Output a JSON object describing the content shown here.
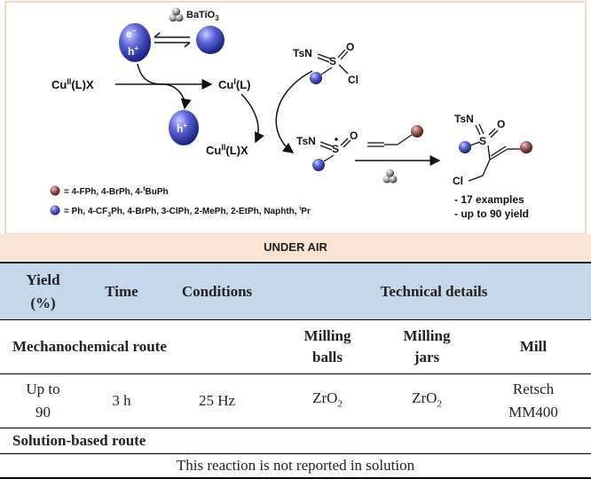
{
  "scheme": {
    "catalyst": "BaTiO",
    "catalyst_sub": "3",
    "electron": "e",
    "electron_sup": "−",
    "hole": "h",
    "hole_sup": "+",
    "cu2_start": "Cu",
    "cu2_start_sup": "II",
    "cu2_start_tail": "(L)X",
    "cu1": "Cu",
    "cu1_sup": "I",
    "cu1_tail": "(L)",
    "cu2_end": "Cu",
    "cu2_end_sup": "II",
    "cu2_end_tail": "(L)X",
    "reagent_tsn": "TsN",
    "reagent_s": "S",
    "reagent_o": "O",
    "reagent_cl": "Cl",
    "radical_tsn": "TsN",
    "radical_s": "S",
    "radical_o": "O",
    "product_tsn": "TsN",
    "product_s": "S",
    "product_o": "O",
    "product_cl": "Cl",
    "legend_brown": "= 4-FPh, 4-BrPh, 4-",
    "legend_brown_t": "t",
    "legend_brown_tail": "BuPh",
    "legend_blue_a": "= Ph, 4-CF",
    "legend_blue_sub": "3",
    "legend_blue_b": "Ph, 4-BrPh, 3-ClPh, 2-MePh, 2-EtPh, Naphth, ",
    "legend_blue_i": "i",
    "legend_blue_tail": "Pr",
    "note_examples": "- 17 examples",
    "note_yield": "- up to 90 yield",
    "banner": "UNDER AIR",
    "colors": {
      "blue": "#3f48b8",
      "brown": "#9a4e4e",
      "grey": "#888888",
      "banner": "#fbe3d3"
    }
  },
  "table": {
    "header": {
      "yield": "Yield",
      "yield_unit": "(%)",
      "time": "Time",
      "conditions": "Conditions",
      "technical": "Technical details"
    },
    "mechanochemical": {
      "label": "Mechanochemical route",
      "milling_balls_1": "Milling",
      "milling_balls_2": "balls",
      "milling_jars_1": "Milling",
      "milling_jars_2": "jars",
      "mill": "Mill"
    },
    "values": {
      "yield_1": "Up to",
      "yield_2": "90",
      "time": "3 h",
      "conditions": "25 Hz",
      "balls": "ZrO",
      "balls_sub": "2",
      "jars": "ZrO",
      "jars_sub": "2",
      "mill_1": "Retsch",
      "mill_2": "MM400"
    },
    "solution": {
      "label": "Solution-based route",
      "note": "This reaction is not reported in solution"
    },
    "colors": {
      "header_bg": "#c5d7ea"
    }
  }
}
